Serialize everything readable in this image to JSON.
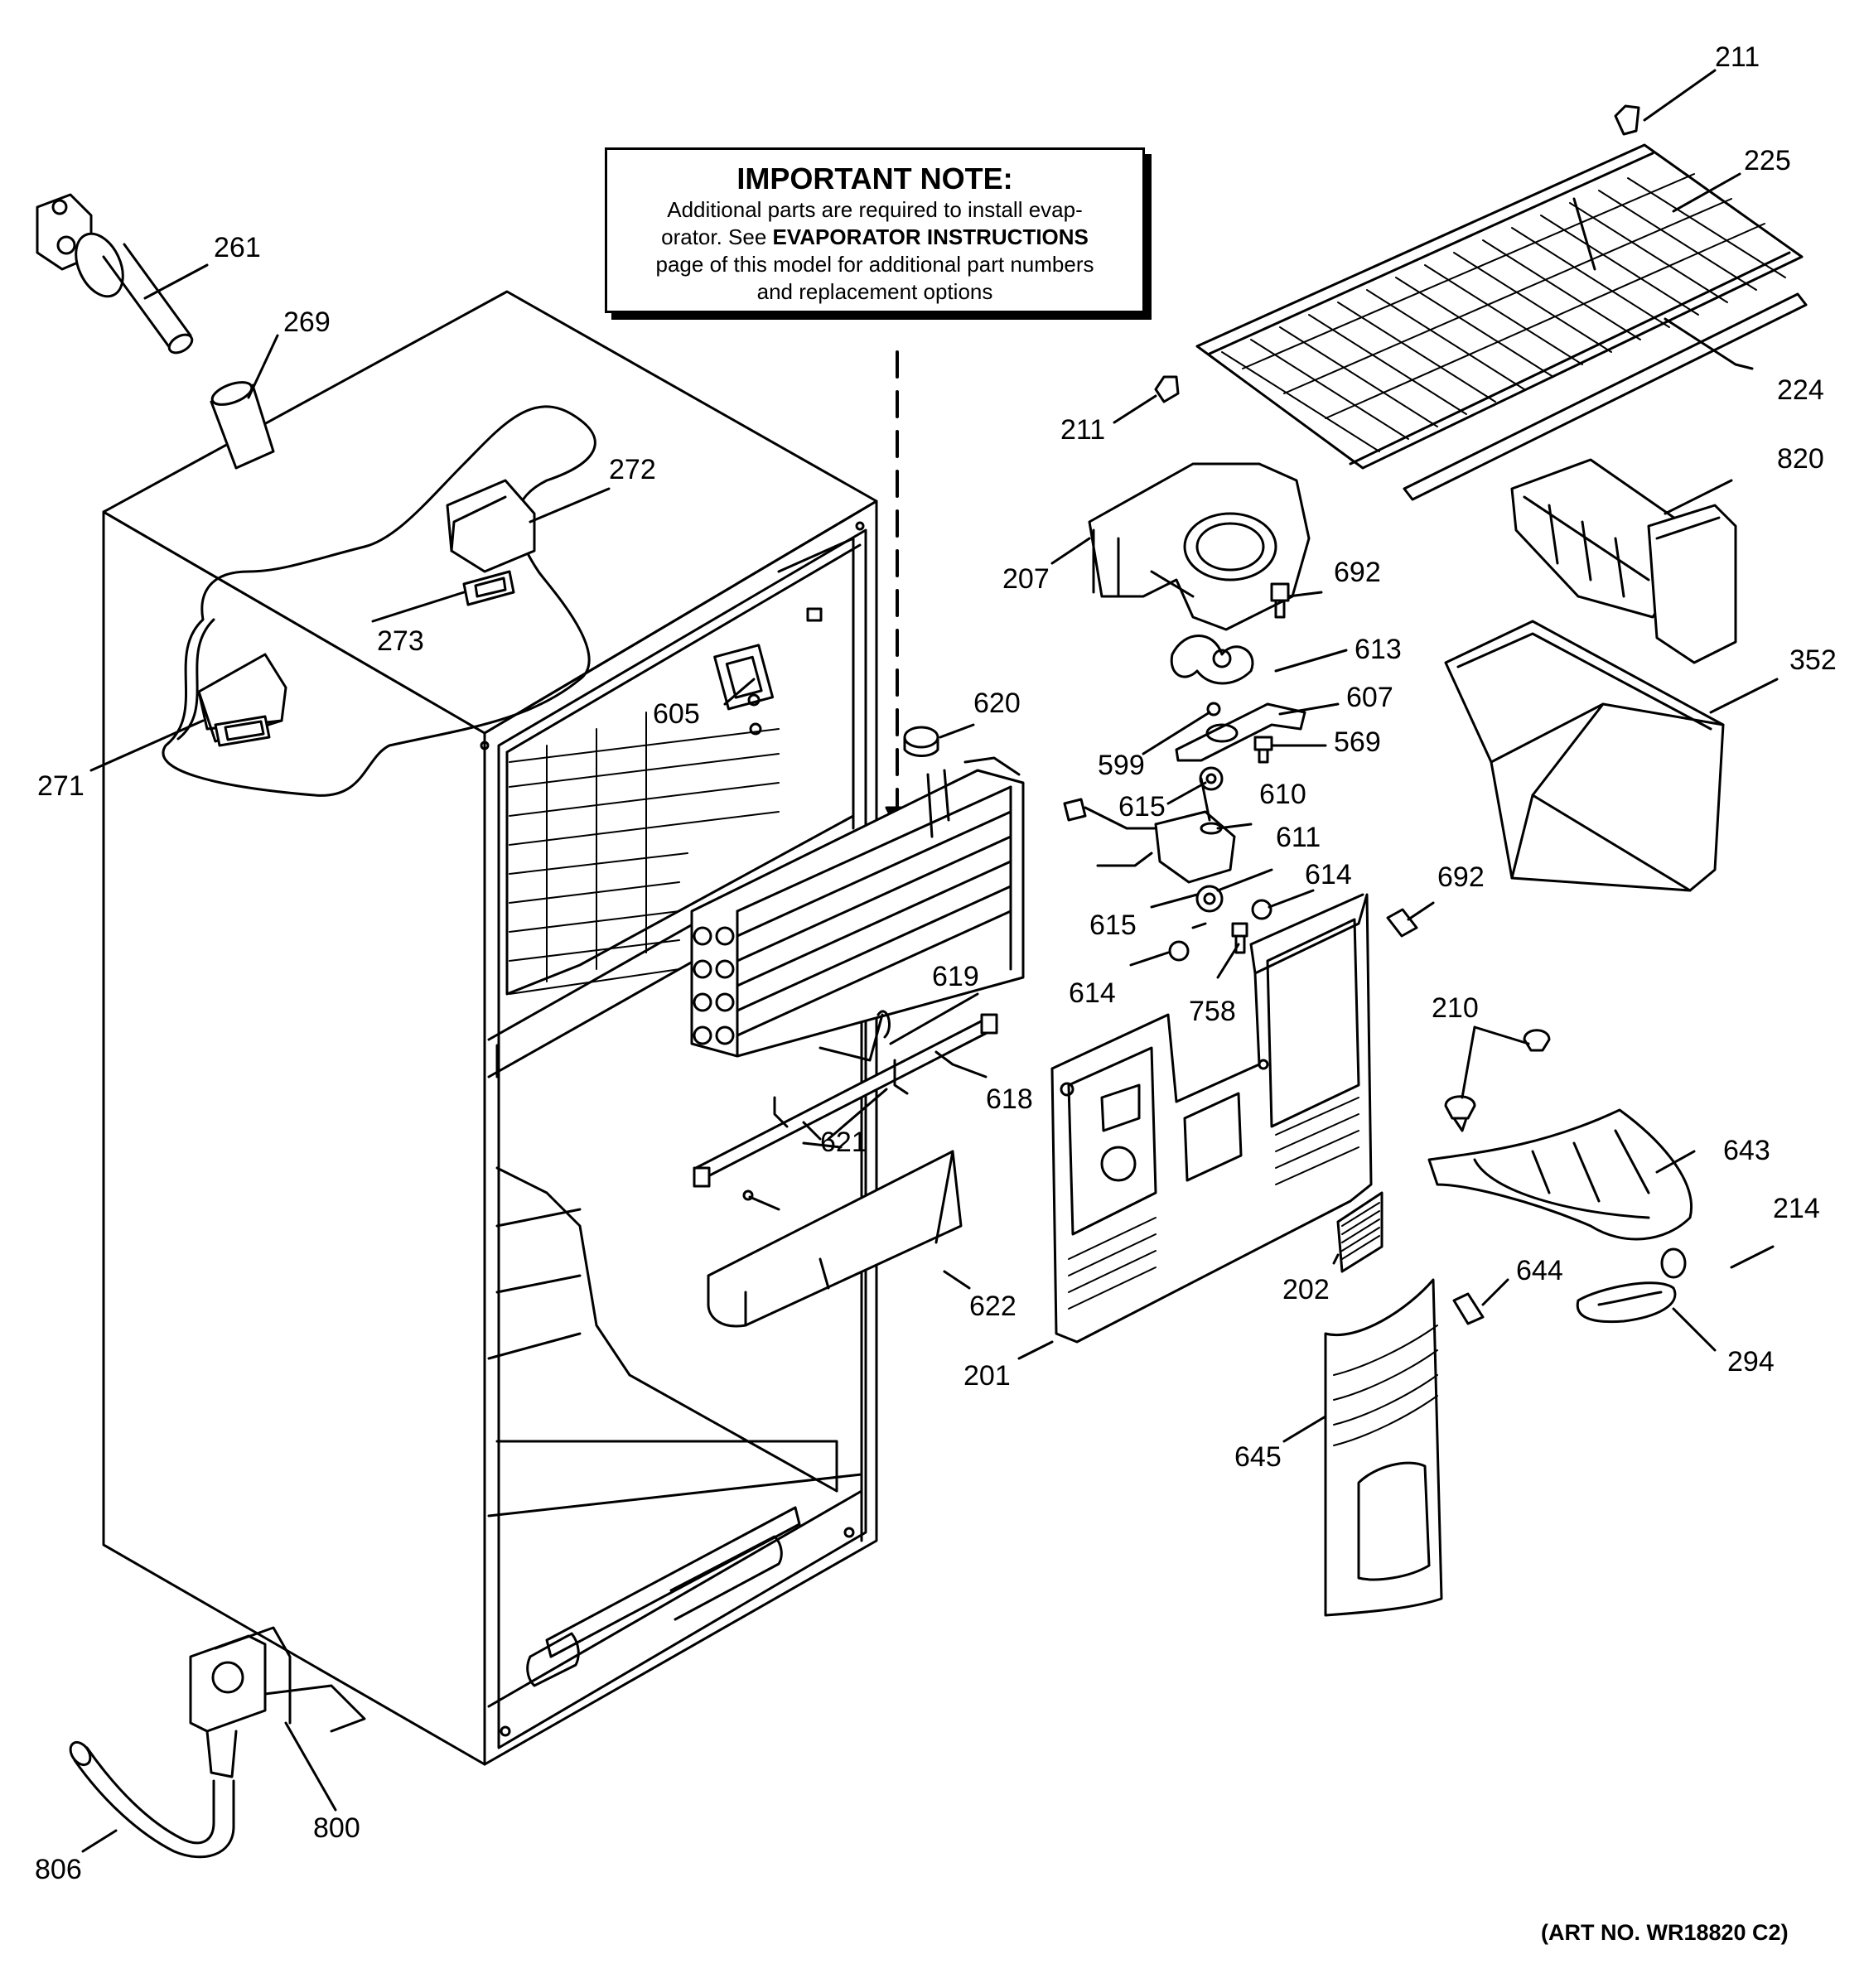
{
  "note": {
    "title": "IMPORTANT NOTE:",
    "line1": "Additional parts are required to install evap-",
    "line2_pre": "orator.  See ",
    "line2_bold": "EVAPORATOR INSTRUCTIONS",
    "line3": "page of this model for additional part numbers",
    "line4": "and replacement options"
  },
  "art_number": "(ART NO. WR18820 C2)",
  "callouts": {
    "c211a": "211",
    "c225": "225",
    "c224": "224",
    "c211b": "211",
    "c820": "820",
    "c261": "261",
    "c269": "269",
    "c272": "272",
    "c273": "273",
    "c271": "271",
    "c207": "207",
    "c692a": "692",
    "c613": "613",
    "c352": "352",
    "c607": "607",
    "c599": "599",
    "c569": "569",
    "c605": "605",
    "c620": "620",
    "c615a": "615",
    "c610": "610",
    "c611": "611",
    "c614a": "614",
    "c692b": "692",
    "c615b": "615",
    "c614b": "614",
    "c758": "758",
    "c619": "619",
    "c618": "618",
    "c621": "621",
    "c210": "210",
    "c643": "643",
    "c214": "214",
    "c622": "622",
    "c644": "644",
    "c202": "202",
    "c294": "294",
    "c201": "201",
    "c645": "645",
    "c806": "806",
    "c800": "800"
  }
}
